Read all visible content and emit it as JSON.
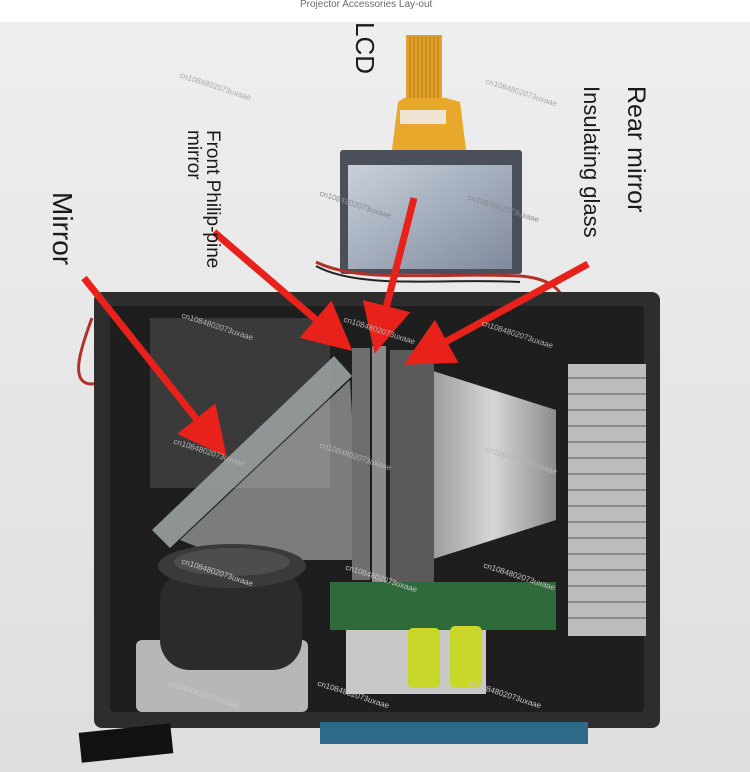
{
  "caption": "Projector Accessories Lay-out",
  "labels": {
    "lcd": "LCD",
    "rear_mirror": "Rear mirror",
    "insulating_glass": "Insulating glass",
    "front_mirror": "Front Philip-pine mirror",
    "mirror": "Mirror"
  },
  "watermark": "cn1084802073uxaae",
  "colors": {
    "arrow": "#e8221b",
    "pcb_ribbon": "#e8a020",
    "housing": "#2a2a2a",
    "heatsink": "#d8d8d8",
    "board": "#2f6a3a"
  }
}
